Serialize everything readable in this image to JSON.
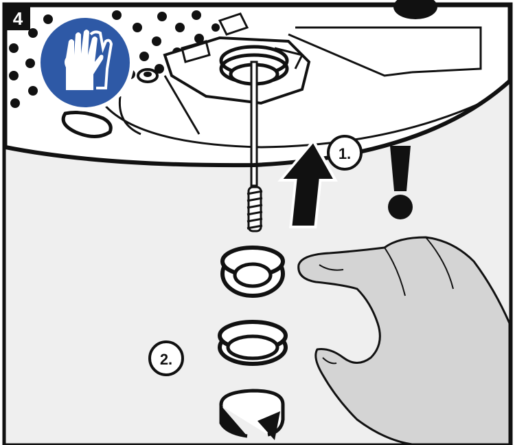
{
  "panel": {
    "step_number": "4"
  },
  "icons": {
    "safety": "gloves-icon",
    "warning": "exclamation-icon"
  },
  "steps": [
    {
      "label": "1.",
      "action": "pull-up-arrow"
    },
    {
      "label": "2.",
      "action": "rotate-arrow"
    }
  ],
  "colors": {
    "gloves_badge": "#2e59a6",
    "outline": "#111111",
    "panel_bg": "#efefef",
    "hand": "#d4d4d4",
    "dots": "#111111"
  }
}
